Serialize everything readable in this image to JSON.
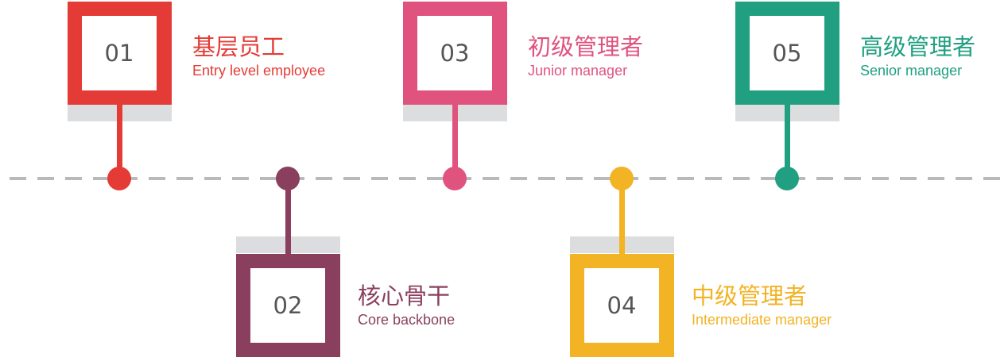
{
  "diagram": {
    "type": "career-timeline",
    "stages": [
      {
        "number": "01",
        "title_cn": "基层员工",
        "title_en": "Entry level employee",
        "color": "#e43b36",
        "position": "top"
      },
      {
        "number": "02",
        "title_cn": "核心骨干",
        "title_en": "Core backbone",
        "color": "#8a3f5e",
        "position": "bottom"
      },
      {
        "number": "03",
        "title_cn": "初级管理者",
        "title_en": "Junior manager",
        "color": "#e0537f",
        "position": "top"
      },
      {
        "number": "04",
        "title_cn": "中级管理者",
        "title_en": "Intermediate manager",
        "color": "#f2b324",
        "position": "bottom"
      },
      {
        "number": "05",
        "title_cn": "高级管理者",
        "title_en": "Senior manager",
        "color": "#20a081",
        "position": "top"
      }
    ],
    "line_color": "#b9b9bc",
    "shadow_color": "#dcdddf"
  }
}
